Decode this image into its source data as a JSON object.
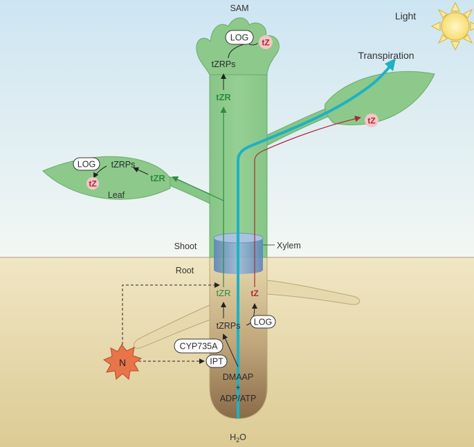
{
  "labels": {
    "sam": "SAM",
    "light": "Light",
    "transpiration": "Transpiration",
    "leaf": "Leaf",
    "shoot": "Shoot",
    "root": "Root",
    "xylem": "Xylem",
    "n": "N",
    "h2o_main": "H",
    "h2o_sub": "2",
    "h2o_tail": "O"
  },
  "sam_region": {
    "log": "LOG",
    "tz": "tZ",
    "tzrps": "tZRPs",
    "tzr": "tZR"
  },
  "left_leaf": {
    "log": "LOG",
    "tzrps": "tZRPs",
    "tz": "tZ",
    "tzr": "tZR"
  },
  "right_leaf": {
    "tz": "tZ"
  },
  "root_region": {
    "tzr": "tZR",
    "tz": "tZ",
    "tzrps": "tZRPs",
    "log": "LOG",
    "cyp": "CYP735A",
    "ipt": "IPT",
    "dmaap": "DMAAP",
    "plus": "+",
    "adp_atp": "ADP/ATP"
  },
  "colors": {
    "sky_top": "#cfe6f3",
    "sky_bottom": "#f4f8f4",
    "soil_top": "#efe3bf",
    "soil_bottom": "#d9c78f",
    "plant": "#8cc98a",
    "root": "#e8dcb0",
    "xylem_stream": "#1fb1c4",
    "tzr_green": "#2e8b3e",
    "tz_red": "#b0273a",
    "n_burst": "#e8744a"
  }
}
